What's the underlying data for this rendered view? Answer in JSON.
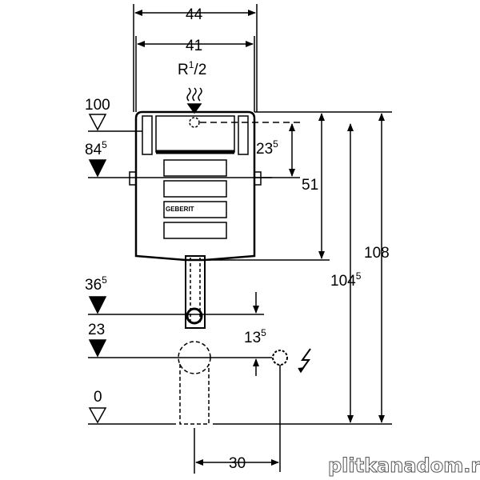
{
  "dimensions": {
    "width_outer": "44",
    "width_inner": "41",
    "thread": {
      "base": "R",
      "sup": "1",
      "sub": "/2"
    },
    "level_100": "100",
    "level_84": {
      "base": "84",
      "sup": "5"
    },
    "level_36": {
      "base": "36",
      "sup": "5"
    },
    "level_23": "23",
    "level_0": "0",
    "dim_23": {
      "base": "23",
      "sup": "5"
    },
    "dim_13": {
      "base": "13",
      "sup": "5"
    },
    "dim_51": "51",
    "dim_104": {
      "base": "104",
      "sup": "5"
    },
    "dim_108": "108",
    "dim_30": "30"
  },
  "brand_label": "GEBERIT",
  "watermark": "plitkanadom.ru"
}
